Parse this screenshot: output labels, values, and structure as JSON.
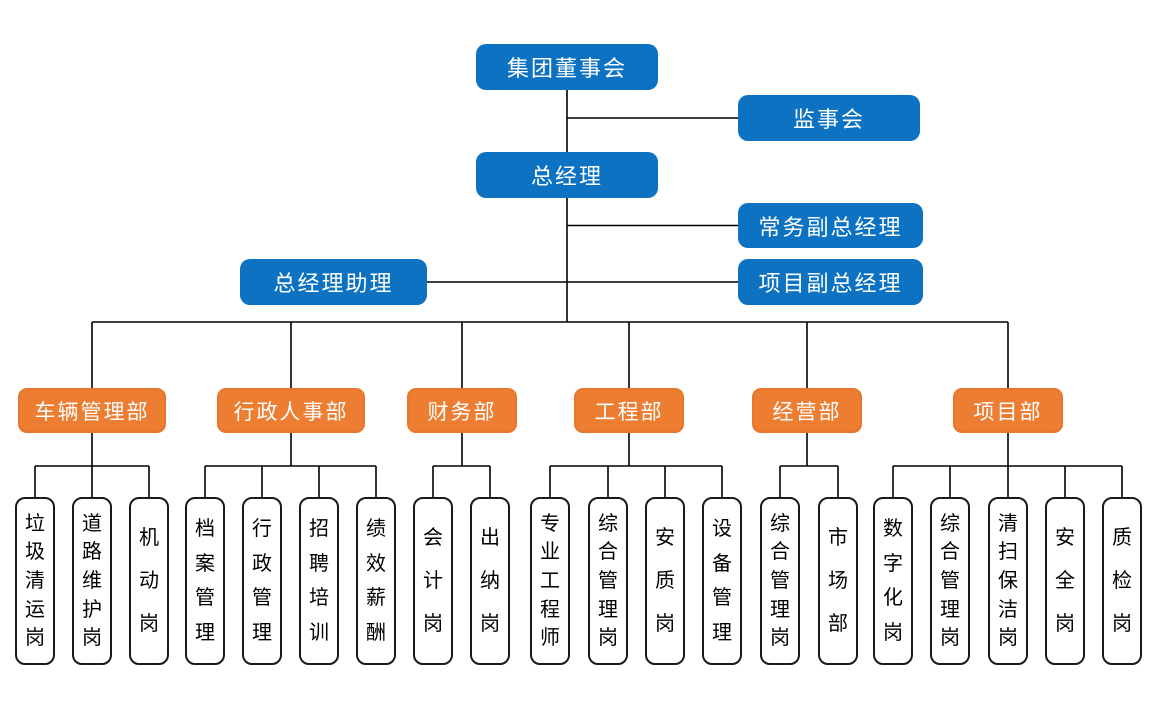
{
  "org_chart": {
    "executive_nodes": {
      "board": {
        "label": "集团董事会"
      },
      "supervisory": {
        "label": "监事会"
      },
      "general_manager": {
        "label": "总经理"
      },
      "executive_deputy_gm": {
        "label": "常务副总经理"
      },
      "gm_assistant": {
        "label": "总经理助理"
      },
      "project_deputy_gm": {
        "label": "项目副总经理"
      }
    },
    "departments": [
      {
        "label": "车辆管理部",
        "posts": [
          "垃圾清运岗",
          "道路维护岗",
          "机动岗"
        ]
      },
      {
        "label": "行政人事部",
        "posts": [
          "档案管理",
          "行政管理",
          "招聘培训",
          "绩效薪酬"
        ]
      },
      {
        "label": "财务部",
        "posts": [
          "会计岗",
          "出纳岗"
        ]
      },
      {
        "label": "工程部",
        "posts": [
          "专业工程师",
          "综合管理岗",
          "安质岗",
          "设备管理"
        ]
      },
      {
        "label": "经营部",
        "posts": [
          "综合管理岗",
          "市场部"
        ]
      },
      {
        "label": "项目部",
        "posts": [
          "数字化岗",
          "综合管理岗",
          "清扫保洁岗",
          "安全岗",
          "质检岗"
        ]
      }
    ],
    "colors": {
      "executive_fill": "#0D72C2",
      "executive_text": "#FFFFFF",
      "department_fill": "#ED7D31",
      "department_border": "#E8762C",
      "department_text": "#FFFFFF",
      "post_fill": "#FFFFFF",
      "post_text": "#000000",
      "line": "#000000"
    }
  }
}
